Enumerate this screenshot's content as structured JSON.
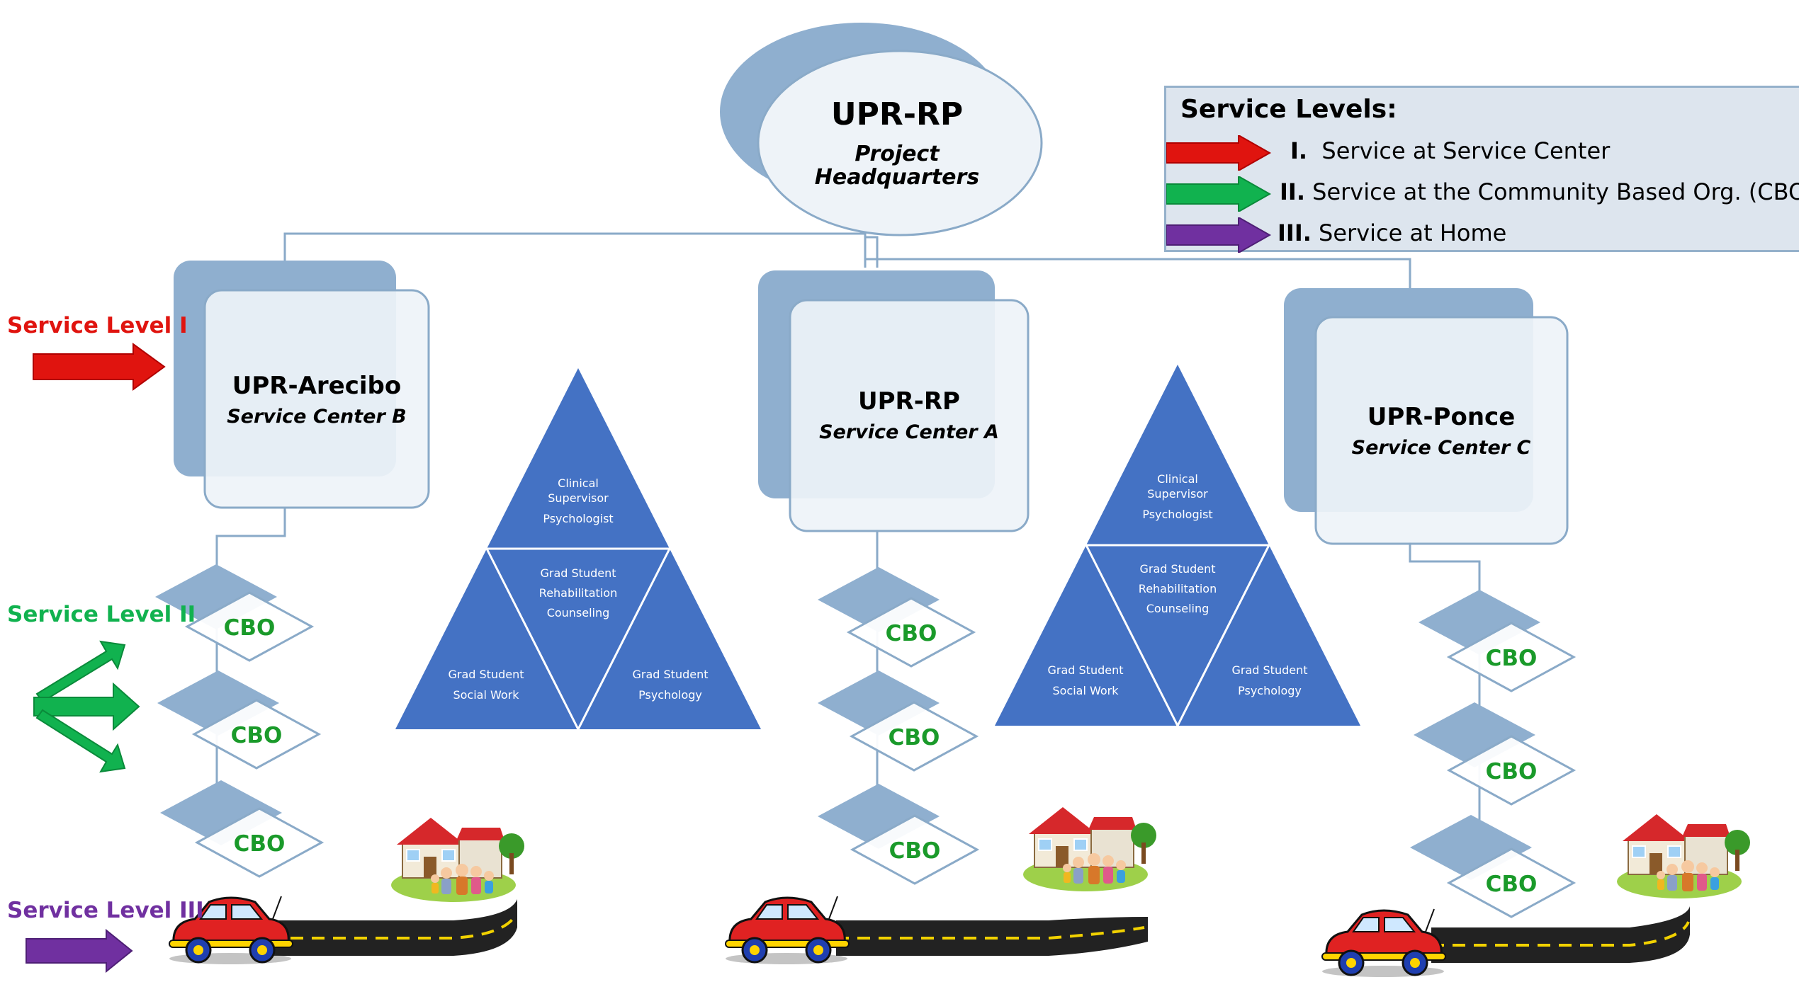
{
  "headquarters": {
    "title": "UPR-RP",
    "subtitle_line1": "Project",
    "subtitle_line2": "Headquarters"
  },
  "service_centers": [
    {
      "name": "UPR-Arecibo",
      "label": "Service Center B"
    },
    {
      "name": "UPR-RP",
      "label": "Service Center A"
    },
    {
      "name": "UPR-Ponce",
      "label": "Service Center C"
    }
  ],
  "service_level_labels": {
    "level_1": "Service Level I",
    "level_2": "Service Level II",
    "level_3": "Service Level III"
  },
  "legend": {
    "title": "Service Levels:",
    "items": [
      {
        "numeral": "I.",
        "text": "Service at Service Center"
      },
      {
        "numeral": "II.",
        "text": "Service at the Community Based Org. (CBO)"
      },
      {
        "numeral": "III.",
        "text": "Service at Home"
      }
    ]
  },
  "cbo_label": "CBO",
  "team_triangle": {
    "top_line1": "Clinical",
    "top_line2": "Supervisor",
    "top_line3": "Psychologist",
    "center_line1": "Grad Student",
    "center_line2": "Rehabilitation",
    "center_line3": "Counseling",
    "left_line1": "Grad Student",
    "left_line2": "Social Work",
    "right_line1": "Grad Student",
    "right_line2": "Psychology"
  },
  "colors": {
    "level_1": "#e0140f",
    "level_2": "#11b24f",
    "level_3": "#7030a0",
    "dark_shape": "#8fafcf",
    "light_shape": "#eef3f8",
    "shape_border": "#8aaac8",
    "triangle": "#4472c4",
    "cbo_text": "#1a9a2a",
    "road": "#222222",
    "grass": "#9ed04a"
  },
  "icons": [
    "car-icon",
    "road-icon",
    "house-icon",
    "family-icon"
  ]
}
